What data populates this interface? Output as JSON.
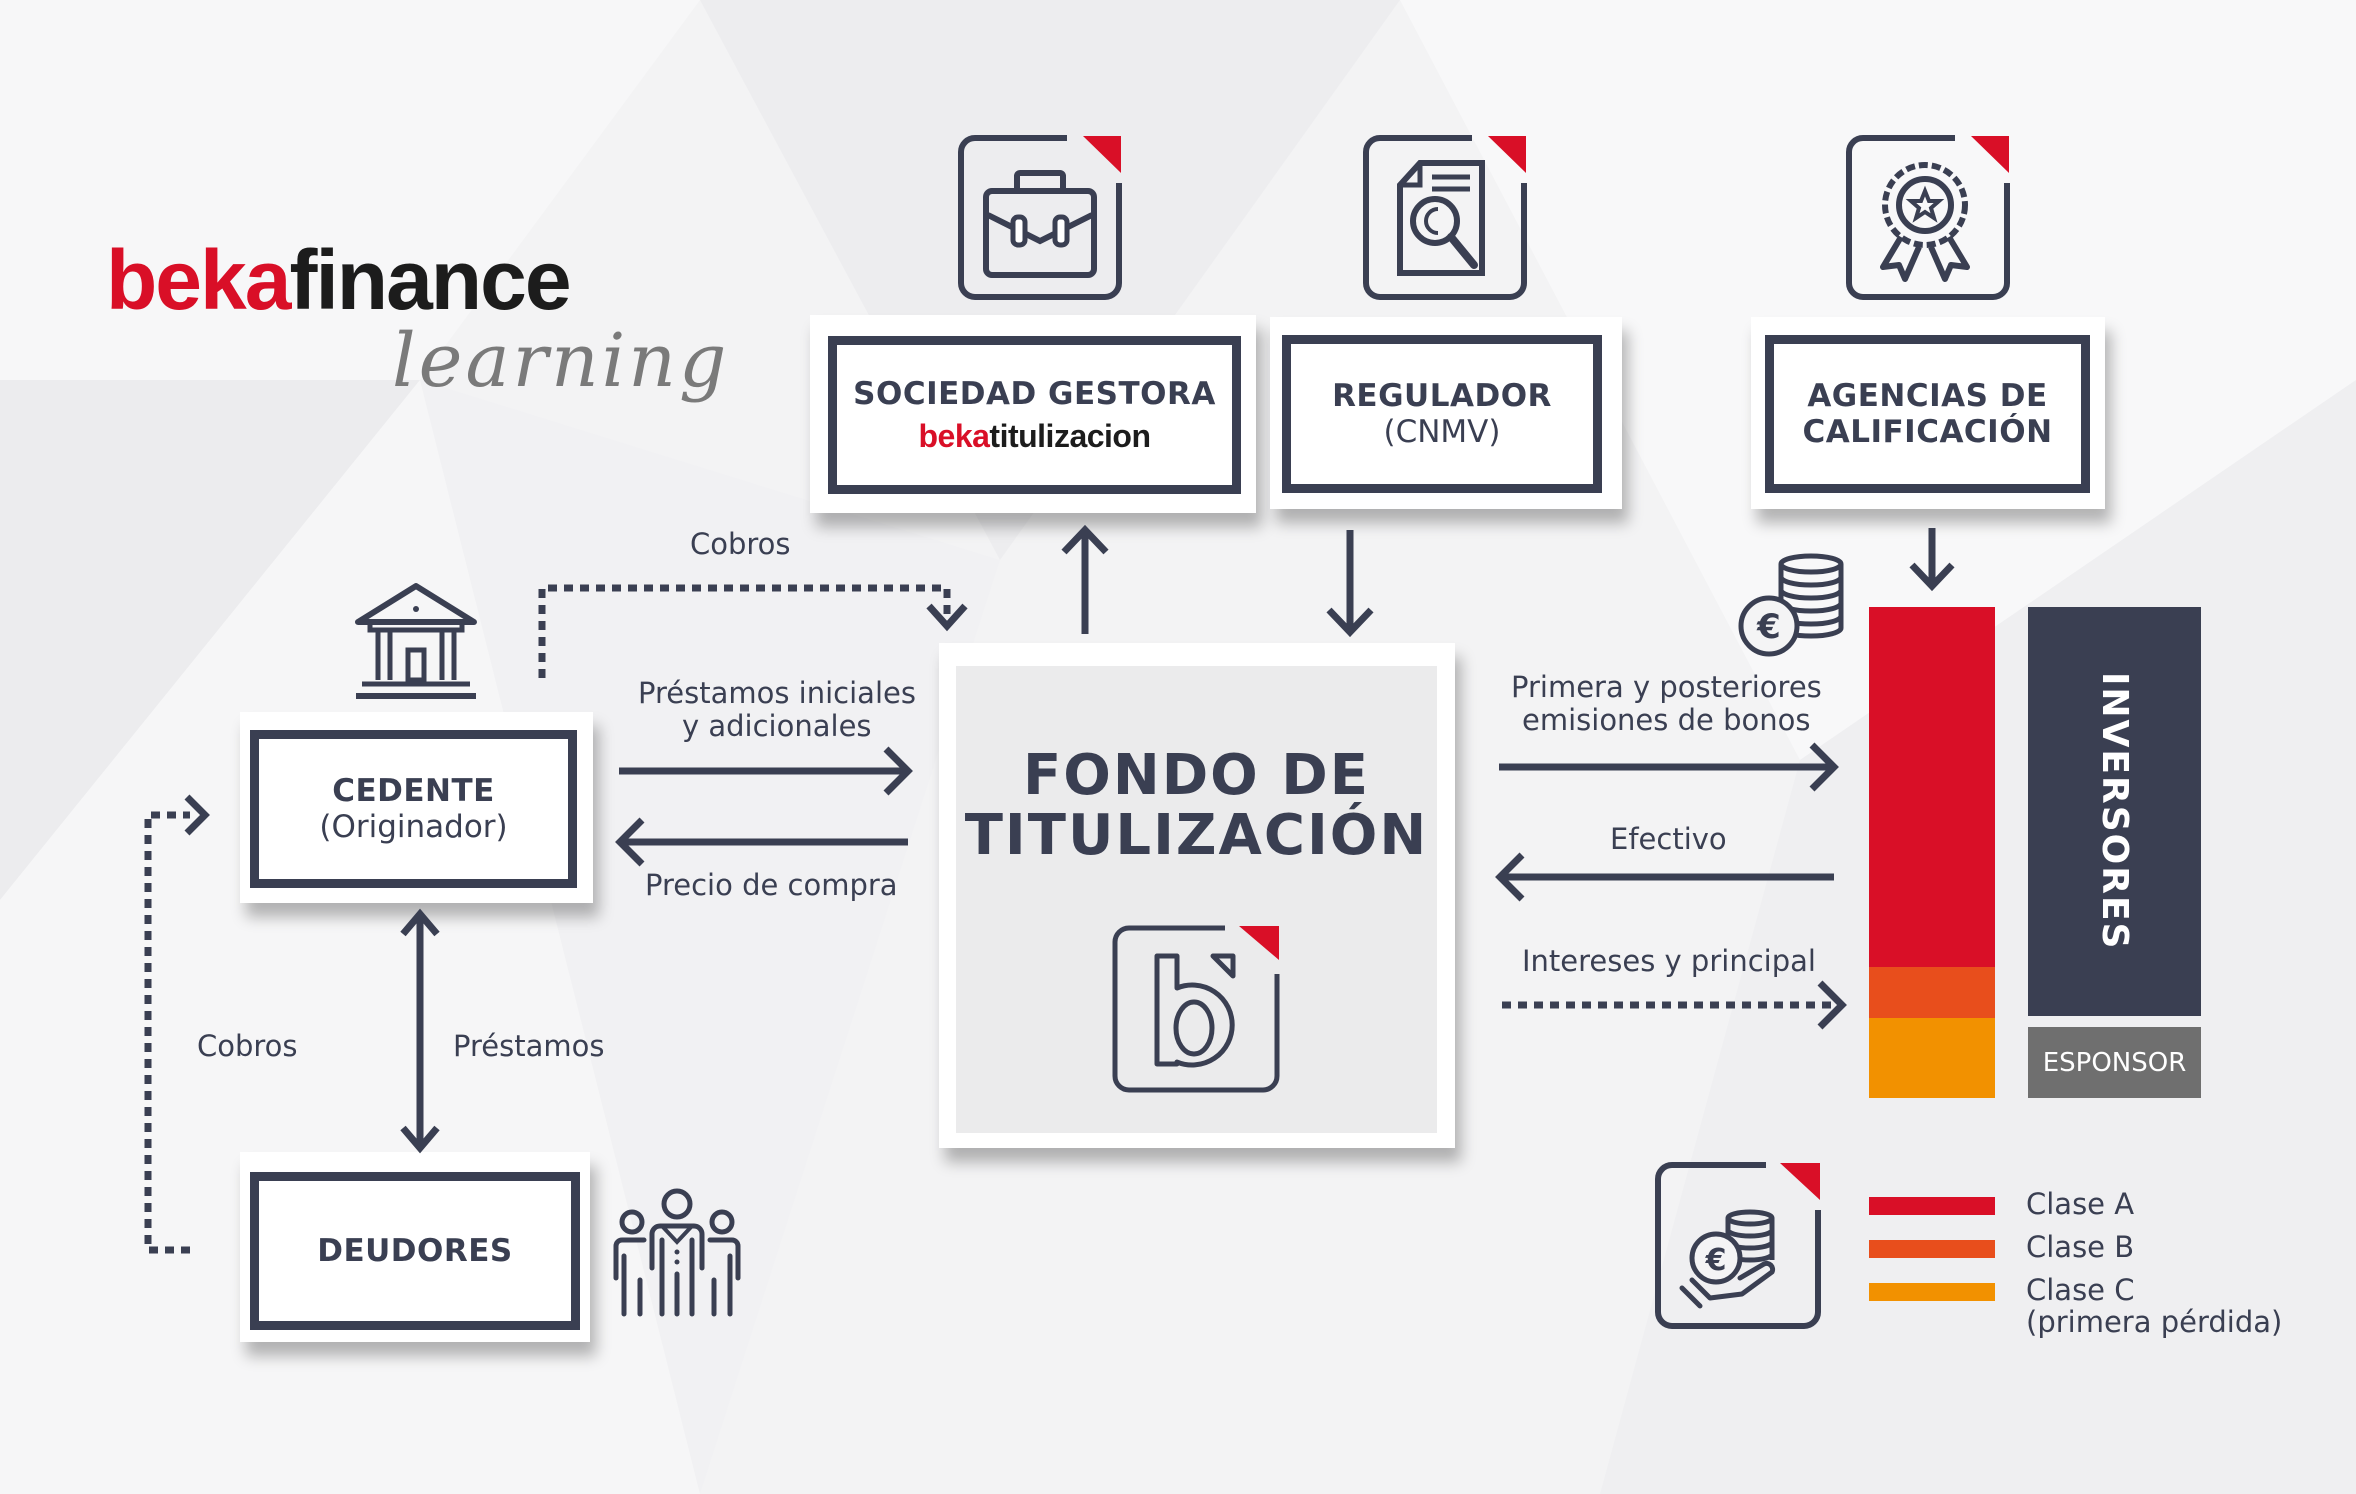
{
  "brand": {
    "logo_part1": "beka",
    "logo_part2": "finance",
    "tagline": "learning",
    "colors": {
      "red": "#d90f27",
      "navy": "#3a3f52",
      "orange": "#e84e1c",
      "amber": "#f29100",
      "gray": "#6f6f6f"
    }
  },
  "entities": {
    "sociedad_gestora": {
      "title": "SOCIEDAD GESTORA",
      "brand_red": "beka",
      "brand_black": "titulizacion"
    },
    "regulador": {
      "title": "REGULADOR",
      "subtitle": "(CNMV)"
    },
    "agencias": {
      "title_line1": "AGENCIAS DE",
      "title_line2": "CALIFICACIÓN"
    },
    "cedente": {
      "title": "CEDENTE",
      "subtitle": "(Originador)"
    },
    "deudores": {
      "title": "DEUDORES"
    },
    "fondo": {
      "title_line1": "FONDO DE",
      "title_line2": "TITULIZACIÓN"
    },
    "inversores": {
      "title": "INVERSORES"
    },
    "esponsor": {
      "title": "ESPONSOR"
    }
  },
  "flows": {
    "cobros_top": "Cobros",
    "prestamos_iniciales_line1": "Préstamos iniciales",
    "prestamos_iniciales_line2": "y adicionales",
    "precio_compra": "Precio de compra",
    "cobros_left": "Cobros",
    "prestamos": "Préstamos",
    "emisiones_line1": "Primera y posteriores",
    "emisiones_line2": "emisiones de bonos",
    "efectivo": "Efectivo",
    "intereses": "Intereses y principal"
  },
  "legend": {
    "items": [
      {
        "label": "Clase A",
        "color": "#d90f27"
      },
      {
        "label": "Clase B",
        "color": "#e84e1c"
      },
      {
        "label": "Clase C",
        "color": "#f29100"
      }
    ],
    "clase_c_note": "(primera pérdida)"
  },
  "icons": {
    "sociedad": "briefcase-icon",
    "regulador": "document-search-icon",
    "agencias": "award-badge-icon",
    "cedente": "bank-icon",
    "deudores": "people-group-icon",
    "bonos": "euro-coins-icon",
    "legend": "hand-euro-coins-icon",
    "fondo": "beka-b-logo-icon"
  }
}
